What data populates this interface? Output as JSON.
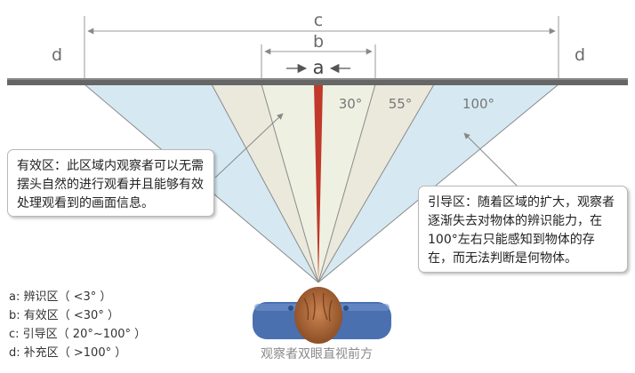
{
  "dimension_labels": {
    "a": "a",
    "b": "b",
    "c": "c",
    "d_left": "d",
    "d_right": "d"
  },
  "angle_labels": {
    "narrow": "30°",
    "medium": "55°",
    "wide": "100°"
  },
  "callouts": {
    "effective": "有效区：此区域内观察者可以无需摆头自然的进行观看并且能够有效处理观看到的画面信息。",
    "guide": "引导区：随着区域的扩大，观察者逐渐失去对物体的辨识能力，在100°左右只能感知到物体的存在，而无法判断是何物体。"
  },
  "legend": [
    "a: 辨识区（ <3° ）",
    "b: 有效区（ <30° ）",
    "c: 引导区（ 20°~100° ）",
    "d: 补充区（ >100° ）"
  ],
  "observer_caption": "观察者双眼直视前方",
  "colors": {
    "guide_zone": "#d6e9f2",
    "effective_outer": "#ebe9dc",
    "effective_inner": "#eef1e2",
    "recognition_zone": "#c0392b",
    "wall": "#666666",
    "dimension_lines": "#999999",
    "shoulders": "#4a70b0",
    "hair": "#b06a3a"
  },
  "icons": {
    "observer": "person-top-view-icon",
    "arrows": "pointer-arrow-icon"
  }
}
